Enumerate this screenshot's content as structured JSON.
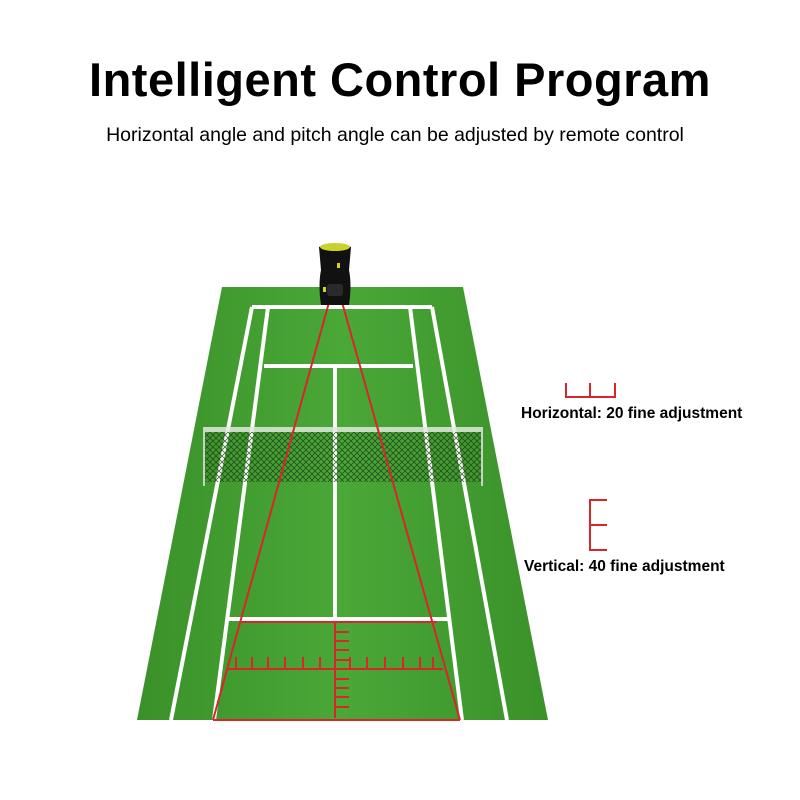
{
  "header": {
    "title": "Intelligent Control Program",
    "subtitle": "Horizontal angle and pitch angle can be adjusted by remote control"
  },
  "legend": {
    "horizontal_label": "Horizontal: 20 fine adjustment",
    "vertical_label": "Vertical: 40 fine adjustment"
  },
  "colors": {
    "grass": "#3f9a2f",
    "grass_light": "#4cab36",
    "lines": "#ffffff",
    "laser": "#d8262a"
  }
}
